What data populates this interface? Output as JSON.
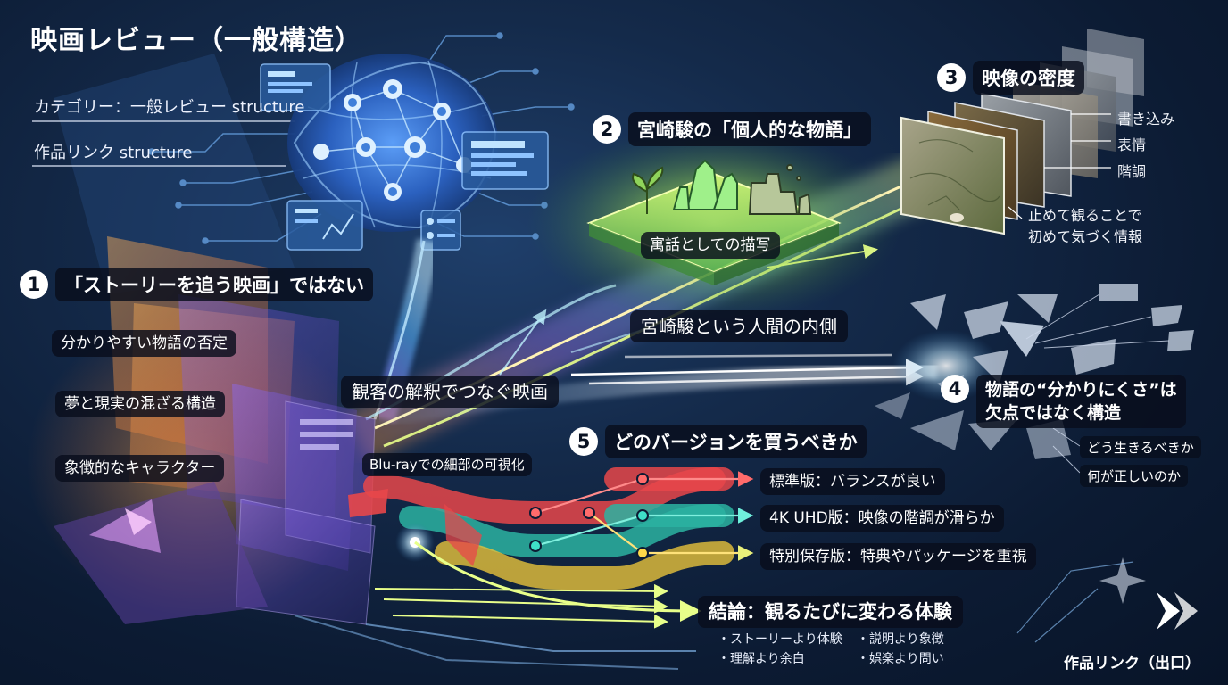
{
  "title": "映画レビュー（一般構造）",
  "header_labels": {
    "category": "カテゴリー：一般レビュー structure",
    "work_link": "作品リンク structure"
  },
  "section1": {
    "number": "1",
    "heading": "「ストーリーを追う映画」ではない",
    "items": [
      "分かりやすい物語の否定",
      "夢と現実の混ざる構造",
      "象徴的なキャラクター"
    ]
  },
  "section2": {
    "number": "2",
    "heading": "宮崎駿の「個人的な物語」",
    "platform_label": "寓話としての描写",
    "inner_label": "宮崎駿という人間の内側"
  },
  "section3": {
    "number": "3",
    "heading": "映像の密度",
    "attributes": [
      "書き込み",
      "表情",
      "階調"
    ],
    "note_line1": "止めて観ることで",
    "note_line2": "初めて気づく情報"
  },
  "section4": {
    "number": "4",
    "heading_line1": "物語の“分かりにくさ”は",
    "heading_line2": "欠点ではなく構造",
    "questions": [
      "どう生きるべきか",
      "何が正しいのか"
    ]
  },
  "section5": {
    "number": "5",
    "heading": "どのバージョンを買うべきか",
    "bluray_label": "Blu-rayでの細部の可視化",
    "versions": [
      {
        "label": "標準版：バランスが良い",
        "color": "#e8474a"
      },
      {
        "label": "4K UHD版：映像の階調が滑らか",
        "color": "#2bb3a1"
      },
      {
        "label": "特別保存版：特典やパッケージを重視",
        "color": "#e7c33b"
      }
    ]
  },
  "audience_label": "観客の解釈でつなぐ映画",
  "conclusion": {
    "heading": "結論：観るたびに変わる体験",
    "bullets": [
      "・ストーリーより体験",
      "・説明より象徴",
      "・理解より余白",
      "・娯楽より問い"
    ]
  },
  "exit_link": "作品リンク（出口）",
  "colors": {
    "background": "#0c1b33",
    "brain_blue": "#3a7bd5",
    "stream_cyan": "#7fe7ff",
    "glow_green": "#b8f25a",
    "orange": "#f08a2c",
    "purple": "#7a56c9",
    "red": "#e8474a",
    "teal": "#2bb3a1",
    "yellow": "#e7c33b"
  }
}
